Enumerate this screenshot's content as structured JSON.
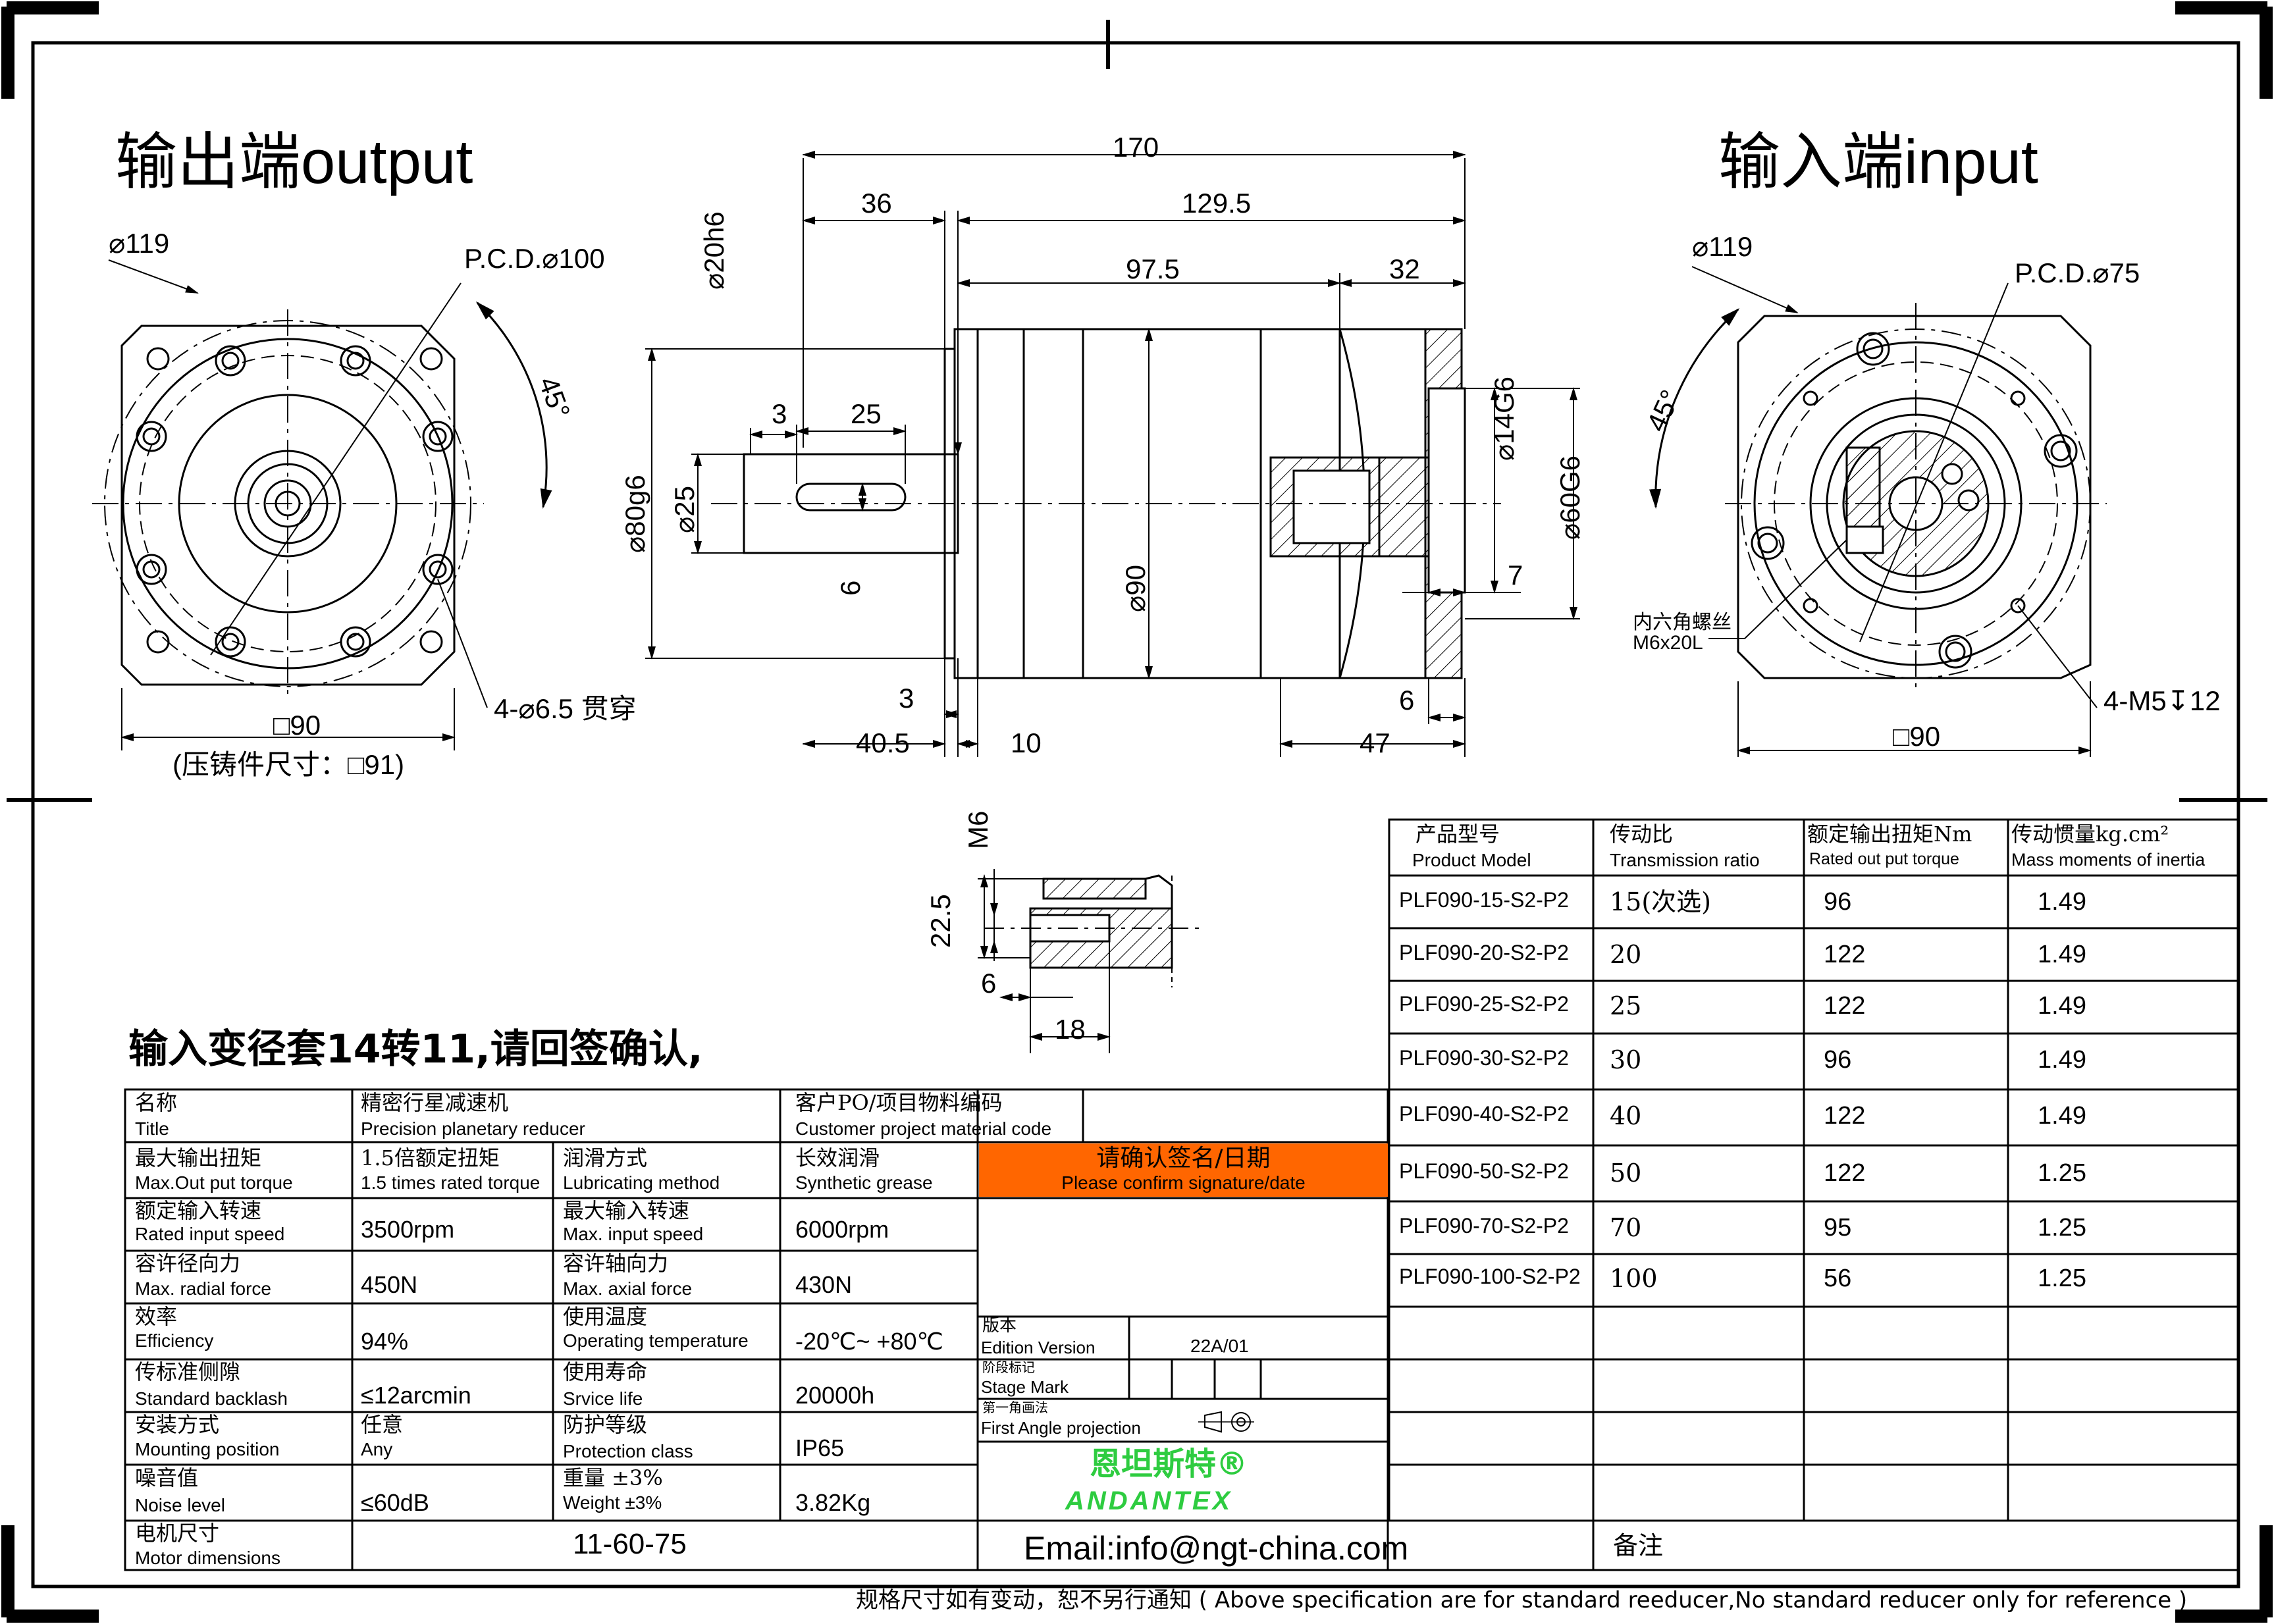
{
  "views": {
    "output_title": "输出端output",
    "input_title": "输入端input",
    "output": {
      "d119": "⌀119",
      "pcd": "P.C.D.⌀100",
      "angle": "45°",
      "holes": "4-⌀6.5 贯穿",
      "square": "□90",
      "casting": "(压铸件尺寸：□91)"
    },
    "side": {
      "d170": "170",
      "d36": "36",
      "d1295": "129.5",
      "d975": "97.5",
      "d32": "32",
      "d20": "⌀20h6",
      "d80": "⌀80g6",
      "d25": "⌀25",
      "d3a": "3",
      "d25b": "25",
      "d6": "6",
      "d90": "⌀90",
      "d14": "⌀14G6",
      "d60": "⌀60G6",
      "d7": "7",
      "d3b": "3",
      "d405": "40.5",
      "d10": "10",
      "d6b": "6",
      "d47": "47"
    },
    "input": {
      "d119": "⌀119",
      "pcd": "P.C.D.⌀75",
      "angle": "45°",
      "screw_cn": "内六角螺丝",
      "screw": "M6x20L",
      "holes": "4-M5↧12",
      "square": "□90"
    },
    "detail": {
      "m6": "M6",
      "d225": "22.5",
      "d6": "6",
      "d18": "18"
    }
  },
  "note_confirm": "输入变径套14转11,请回签确认,",
  "spec": {
    "rows": [
      {
        "cn1": "名称",
        "en1": "Title",
        "v1": "精密行星减速机",
        "v1en": "Precision planetary reducer",
        "cn2": "客户PO/项目物料编码",
        "en2": "Customer project material code",
        "v2": ""
      },
      {
        "cn1": "最大输出扭矩",
        "en1": "Max.Out put torque",
        "v1": "1.5倍额定扭矩",
        "v1en": "1.5 times rated torque",
        "cn2": "润滑方式",
        "en2": "Lubricating method",
        "v2": "长效润滑",
        "v2en": "Synthetic grease"
      },
      {
        "cn1": "额定输入转速",
        "en1": "Rated input speed",
        "v1": "3500rpm",
        "cn2": "最大输入转速",
        "en2": "Max. input speed",
        "v2": "6000rpm"
      },
      {
        "cn1": "容许径向力",
        "en1": "Max. radial force",
        "v1": "450N",
        "cn2": "容许轴向力",
        "en2": "Max. axial force",
        "v2": "430N"
      },
      {
        "cn1": "效率",
        "en1": "Efficiency",
        "v1": "94%",
        "cn2": "使用温度",
        "en2": "Operating temperature",
        "v2": "-20℃~ +80℃"
      },
      {
        "cn1": "传标准侧隙",
        "en1": "Standard backlash",
        "v1": "≤12arcmin",
        "cn2": "使用寿命",
        "en2": "Srvice life",
        "v2": "20000h"
      },
      {
        "cn1": "安装方式",
        "en1": "Mounting position",
        "v1": "任意",
        "v1en": "Any",
        "cn2": "防护等级",
        "en2": "Protection class",
        "v2": "IP65"
      },
      {
        "cn1": "噪音值",
        "en1": "Noise level",
        "v1": "≤60dB",
        "cn2": "重量 ±3%",
        "en2": "Weight ±3%",
        "v2": "3.82Kg"
      }
    ],
    "motor_cn": "电机尺寸",
    "motor_en": "Motor dimensions",
    "motor_value": "11-60-75",
    "email": "Email:info@ngt-china.com",
    "remark": "备注"
  },
  "confirm": {
    "cn": "请确认签名/日期",
    "en": "Please confirm signature/date",
    "color": "#ff6600"
  },
  "title_block": {
    "edition_cn": "版本",
    "edition_en": "Edition Version",
    "edition_value": "22A/01",
    "stage_cn": "阶段标记",
    "stage_en": "Stage Mark",
    "proj_cn": "第一角画法",
    "proj_en": "First Angle projection",
    "brand_cn": "恩坦斯特®",
    "brand_en": "ANDANTEX",
    "brand_color": "#2ecc40"
  },
  "models": {
    "headers": [
      {
        "cn": "产品型号",
        "en": "Product Model"
      },
      {
        "cn": "传动比",
        "en": "Transmission ratio"
      },
      {
        "cn": "额定输出扭矩Nm",
        "en": "Rated out put torque"
      },
      {
        "cn": "传动惯量kg.cm²",
        "en": "Mass moments of inertia"
      }
    ],
    "rows": [
      [
        "PLF090-15-S2-P2",
        "15(次选)",
        "96",
        "1.49"
      ],
      [
        "PLF090-20-S2-P2",
        "20",
        "122",
        "1.49"
      ],
      [
        "PLF090-25-S2-P2",
        "25",
        "122",
        "1.49"
      ],
      [
        "PLF090-30-S2-P2",
        "30",
        "96",
        "1.49"
      ],
      [
        "PLF090-40-S2-P2",
        "40",
        "122",
        "1.49"
      ],
      [
        "PLF090-50-S2-P2",
        "50",
        "122",
        "1.25"
      ],
      [
        "PLF090-70-S2-P2",
        "70",
        "95",
        "1.25"
      ],
      [
        "PLF090-100-S2-P2",
        "100",
        "56",
        "1.25"
      ]
    ]
  },
  "footer": "规格尺寸如有变动，恕不另行通知 ( Above specification are for standard reeducer,No standard reducer only for reference )"
}
